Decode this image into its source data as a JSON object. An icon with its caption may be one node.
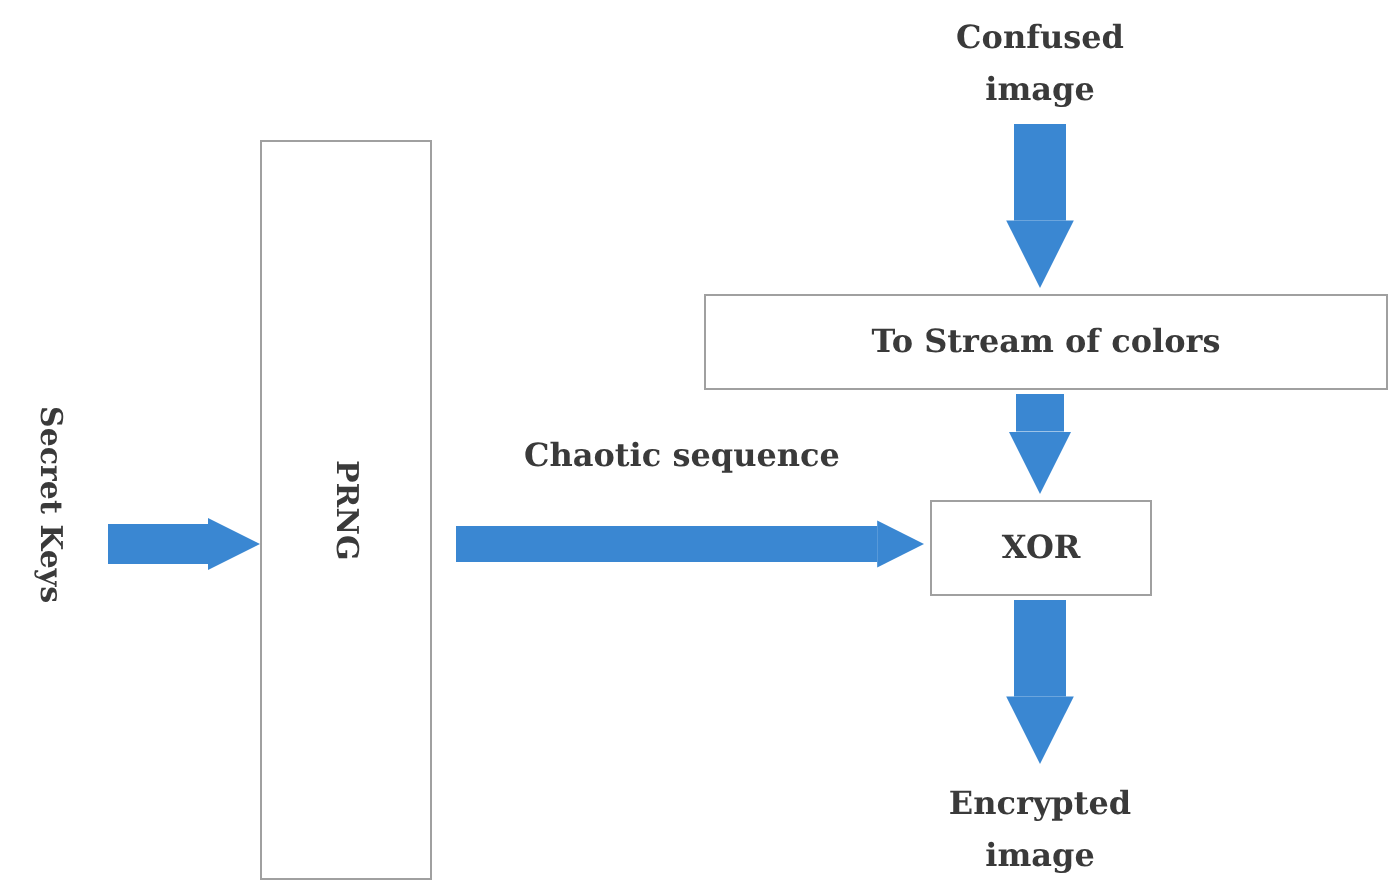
{
  "diagram": {
    "nodes": [
      {
        "text": [
          "Secret Keys"
        ]
      },
      {
        "text": [
          "PRNG"
        ]
      },
      {
        "text": [
          "Confused image"
        ]
      },
      {
        "text": [
          "To Stream of colors"
        ]
      },
      {
        "text": [
          "XOR"
        ]
      },
      {
        "text": [
          "Encrypted image"
        ]
      }
    ],
    "edges": [
      {
        "from": 0,
        "to": 1,
        "arrow": "to"
      },
      {
        "from": 1,
        "to": 4,
        "arrow": "to",
        "label": "Chaotic sequence"
      },
      {
        "from": 2,
        "to": 3,
        "arrow": "to"
      },
      {
        "from": 3,
        "to": 4,
        "arrow": "to"
      },
      {
        "from": 4,
        "to": 5,
        "arrow": "to"
      }
    ]
  }
}
